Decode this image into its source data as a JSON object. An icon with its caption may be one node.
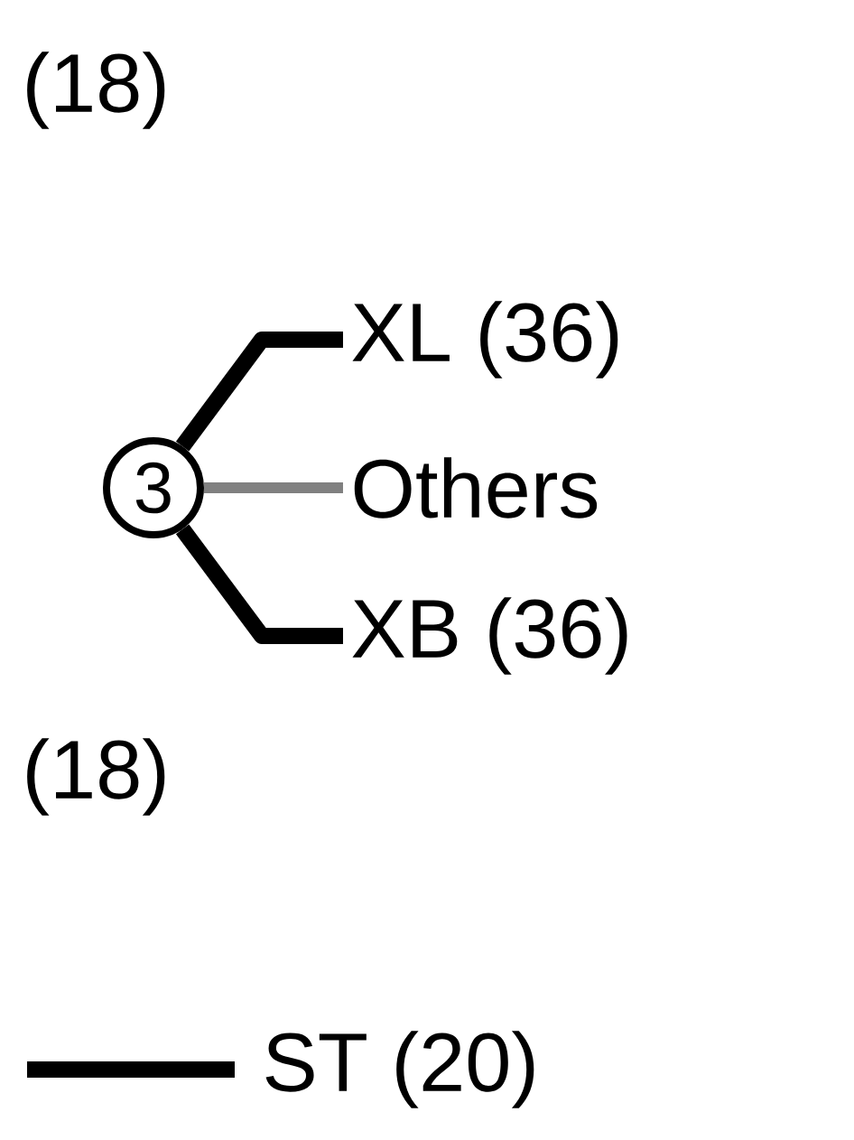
{
  "diagram": {
    "nodes": [
      {
        "text": [
          "3"
        ]
      },
      {
        "text": [
          "XL (36)"
        ]
      },
      {
        "text": [
          "Others"
        ]
      },
      {
        "text": [
          "XB (36)"
        ]
      }
    ],
    "edges": [
      {
        "from": 0,
        "to": 1,
        "arrow": "none"
      },
      {
        "from": 0,
        "to": 2,
        "arrow": "none",
        "color": "#808080"
      },
      {
        "from": 0,
        "to": 3,
        "arrow": "none"
      }
    ],
    "labels": [
      "(18)",
      "(18)"
    ],
    "legend": [
      {
        "text": "ST (20)"
      }
    ]
  }
}
